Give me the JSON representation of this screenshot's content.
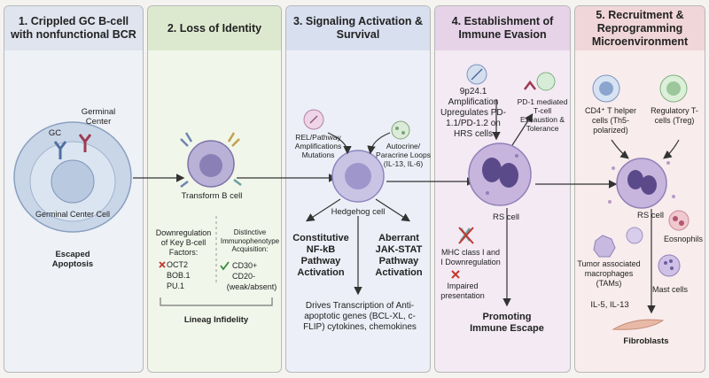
{
  "panels": {
    "p1": {
      "title": "1. Crippled GC B-cell with nonfunctional BCR"
    },
    "p2": {
      "title": "2. Loss of Identity"
    },
    "p3": {
      "title": "3. Signaling Activation & Survival"
    },
    "p4": {
      "title": "4. Establishment of Immune Evasion"
    },
    "p5": {
      "title": "5. Recruitment & Reprogramming Microenvironment"
    }
  },
  "p1": {
    "gc": "GC",
    "germinal_center": "Germinal Center",
    "cell_label": "Germinal Center Cell",
    "escaped": "Escaped Apoptosis"
  },
  "p2": {
    "transform": "Transform B cell",
    "downreg_title": "Downregulation of Key B-cell Factors:",
    "downreg_items": [
      "OCT2",
      "BOB.1",
      "PU.1"
    ],
    "immuno_title": "Distinctive Immunophenotype Acquisition:",
    "immuno_items": [
      "CD30+",
      "CD20-",
      "(weak/absent)"
    ],
    "infidelity": "Lineag Infidelity"
  },
  "p3": {
    "rel": "REL/Pathway Amplifications Mutations",
    "autocrine": "Autocrine/ Paracrine Loops (IL-13, IL-6)",
    "hedgehog": "Hedgehog cell",
    "nfkb": "Constitutive NF-kB Pathway Activation",
    "jak": "Aberrant JAK-STAT Pathway Activation",
    "drives": "Drives Transcription of Anti-apoptotic genes (BCL-XL, c-FLIP) cytokines, chemokines"
  },
  "p4": {
    "amplification": "9p24.1 Amplification Upregulates PD-1.1/PD-1.2 on HRS cells",
    "pd1": "PD-1 mediated T-cell Exhaustion & Tolerance",
    "rs": "RS cell",
    "mhc": "MHC class I and I Downregulation",
    "impaired": "Impaired presentation",
    "promoting": "Promoting Immune Escape"
  },
  "p5": {
    "cd4": "CD4⁺ T helper cells (Th5-polarized)",
    "treg": "Regulatory T-cells (Treg)",
    "rs": "RS cell",
    "tam": "Tumor associated macrophages (TAMs)",
    "il": "IL-5, IL-13",
    "eos": "Eosnophils",
    "mast": "Mast cells",
    "fibro": "Fibroblasts"
  },
  "colors": {
    "arrow": "#333333",
    "cross": "#c0392b",
    "check": "#3b8a3b"
  }
}
